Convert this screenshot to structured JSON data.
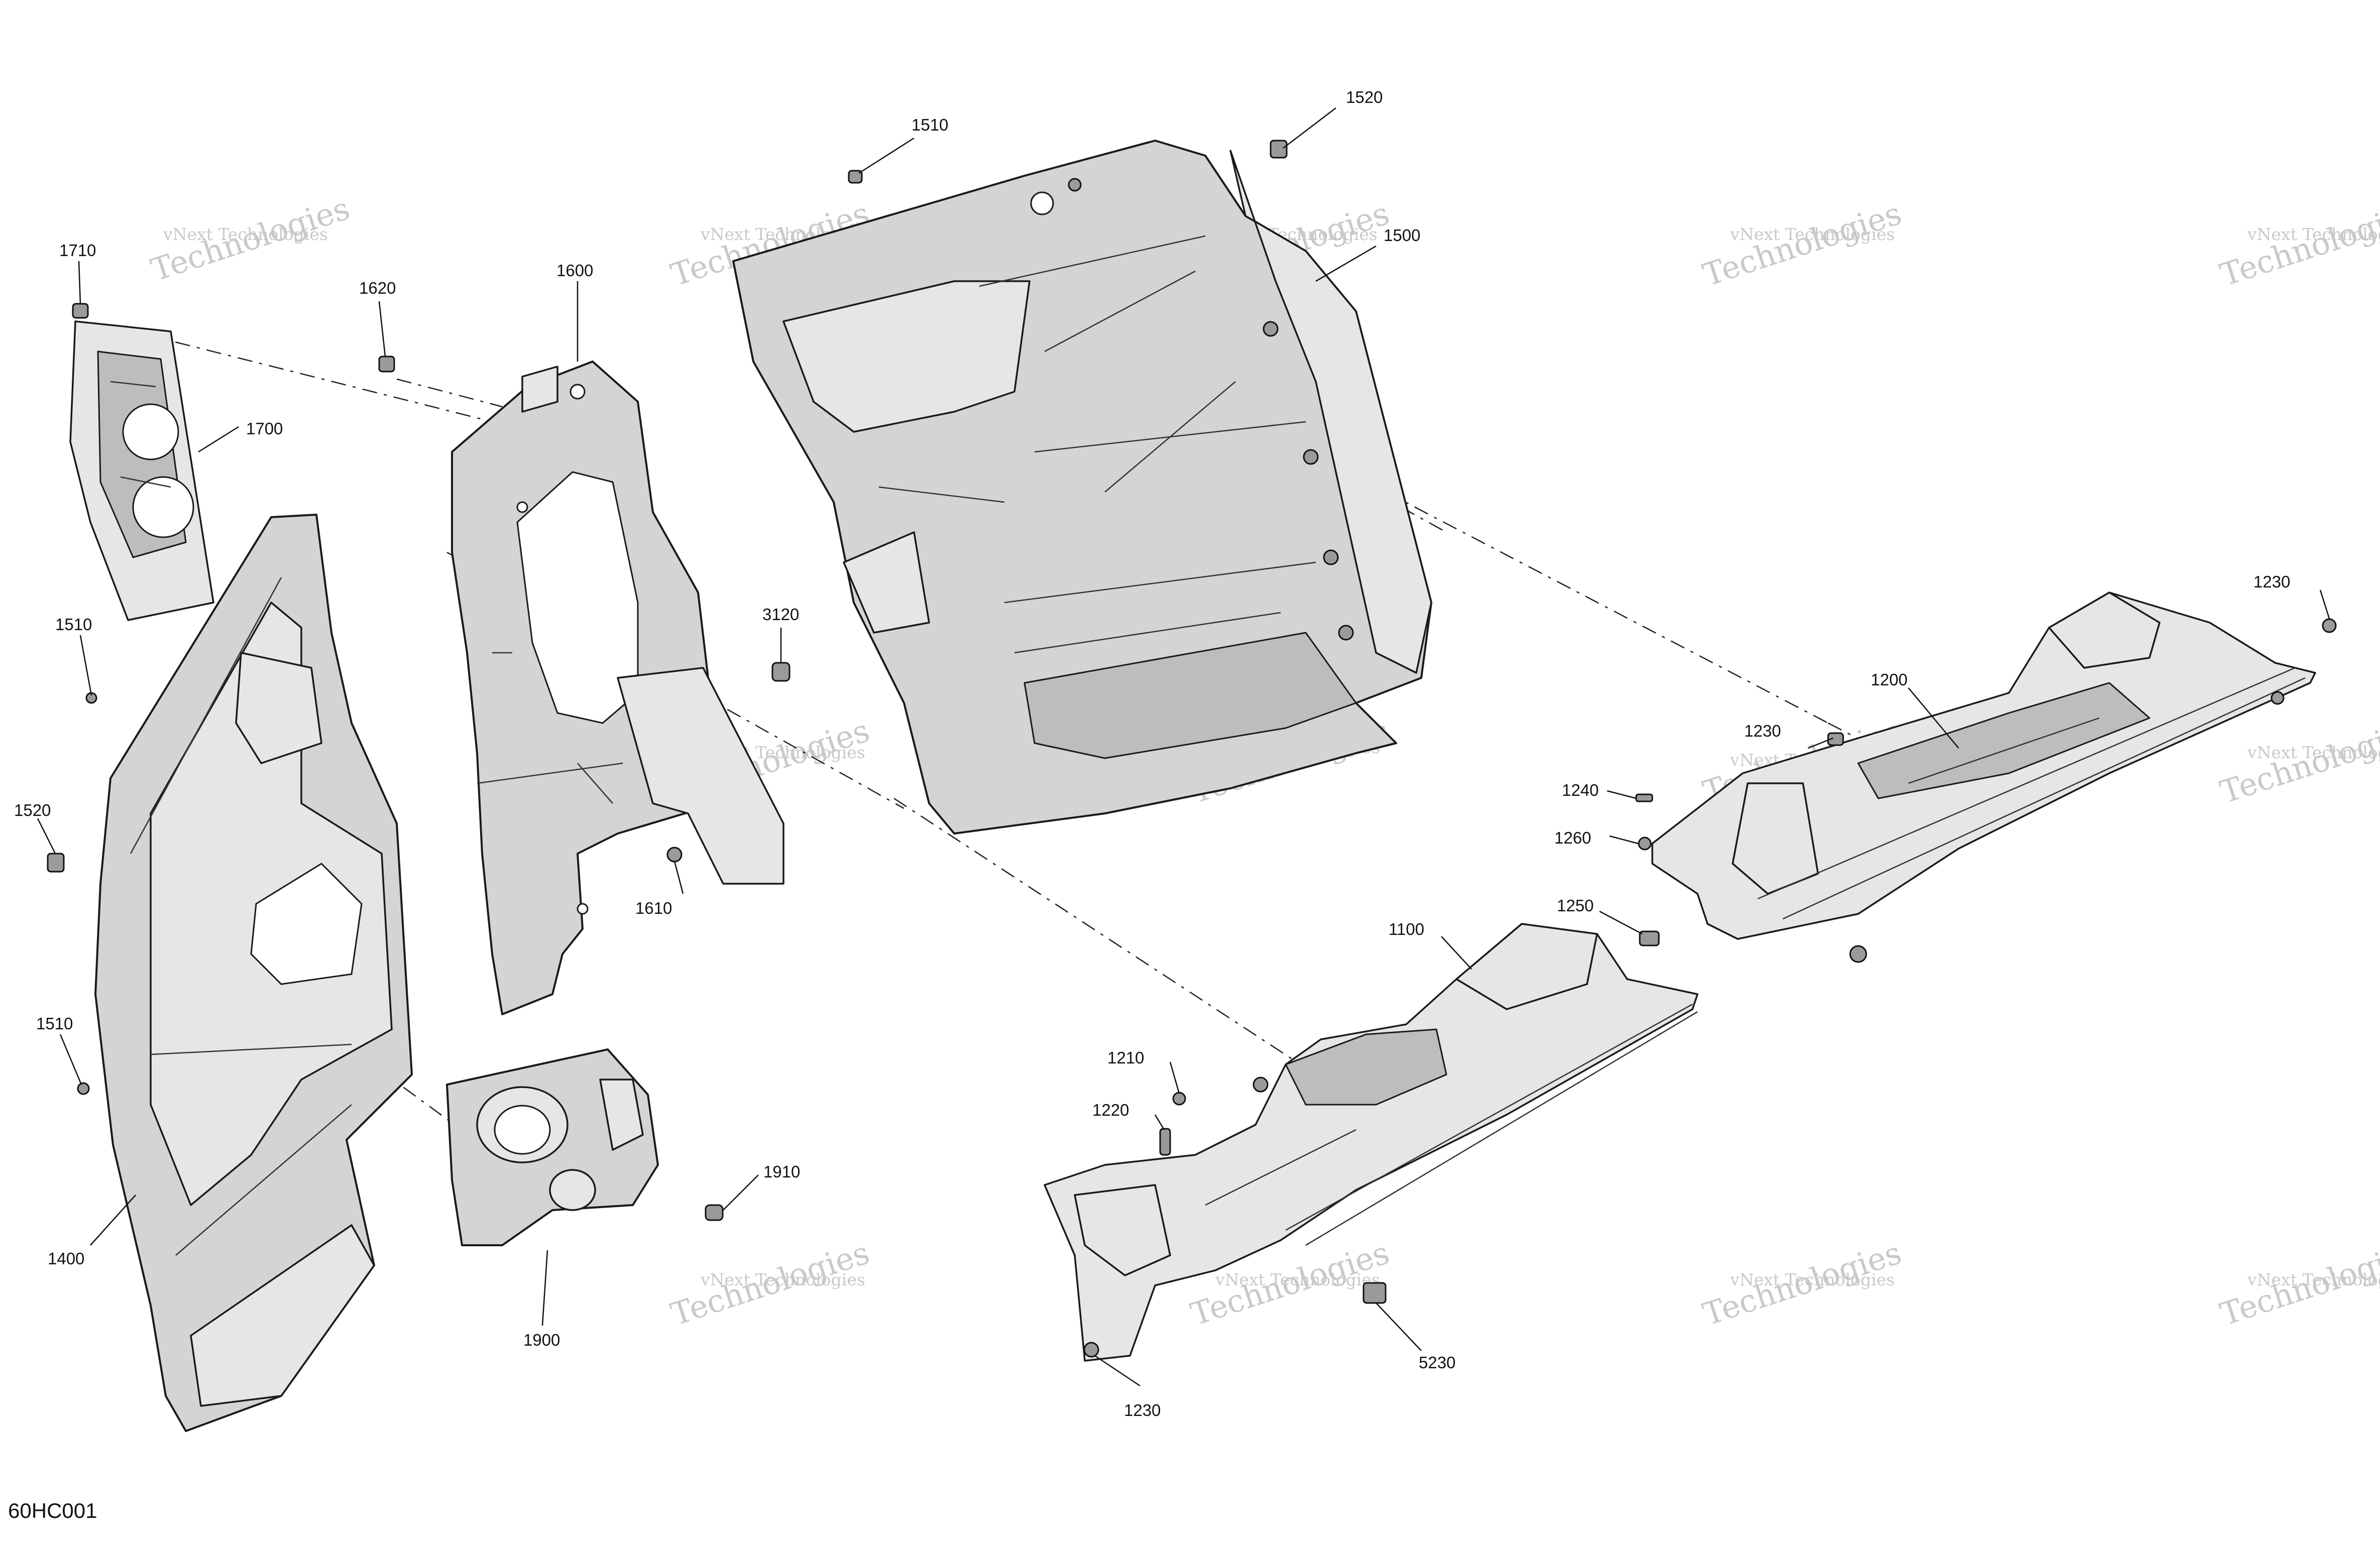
{
  "diagram_code": "60HC001",
  "watermark": {
    "line1": "vNext Technologies",
    "line2a": "vNext",
    "line2b": "Technologies"
  },
  "callouts": {
    "p1100": "1100",
    "p1200": "1200",
    "p1210": "1210",
    "p1220": "1220",
    "p1230a": "1230",
    "p1230b": "1230",
    "p1230c": "1230",
    "p1240": "1240",
    "p1250": "1250",
    "p1260": "1260",
    "p1400": "1400",
    "p1500": "1500",
    "p1510a": "1510",
    "p1510b": "1510",
    "p1510c": "1510",
    "p1520a": "1520",
    "p1520b": "1520",
    "p1600": "1600",
    "p1610": "1610",
    "p1620": "1620",
    "p1700": "1700",
    "p1710": "1710",
    "p1900": "1900",
    "p1910": "1910",
    "p3120": "3120",
    "p5230": "5230"
  }
}
